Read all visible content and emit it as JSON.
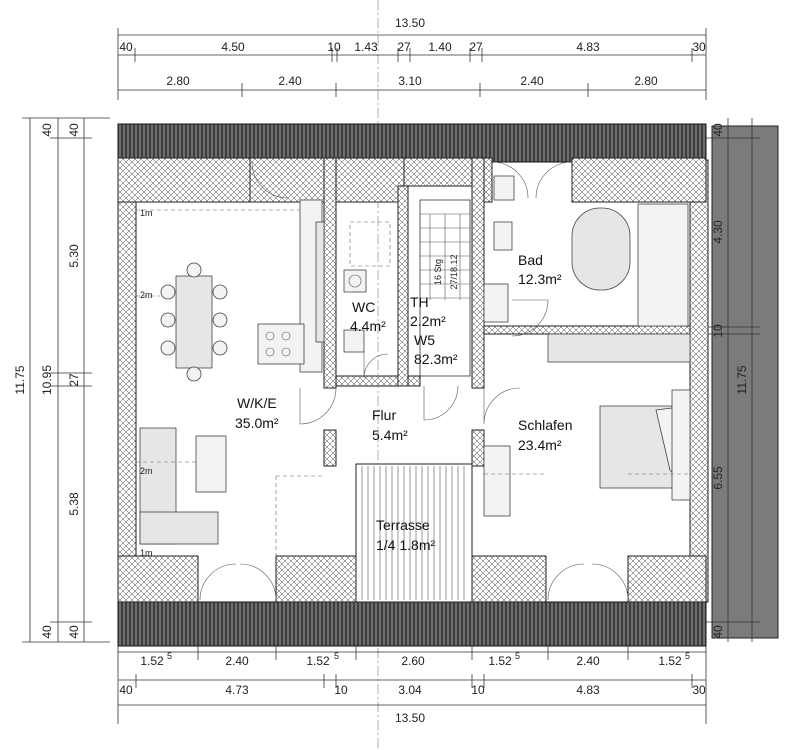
{
  "dimensions": {
    "top_total": "13.50",
    "top_row1": [
      "40",
      "4.50",
      "10",
      "1.43",
      "27",
      "1.40",
      "27",
      "4.83",
      "30"
    ],
    "top_row2": [
      "2.80",
      "2.40",
      "3.10",
      "2.40",
      "2.80"
    ],
    "bottom_row1": [
      "1.52",
      "2.40",
      "1.52",
      "2.60",
      "1.52",
      "2.40",
      "1.52"
    ],
    "bottom_sup": "5",
    "bottom_row2": [
      "40",
      "4.73",
      "10",
      "3.04",
      "10",
      "4.83",
      "30"
    ],
    "bottom_total": "13.50",
    "left_outer": "11.75",
    "left_mid": "10.95",
    "left_parts": [
      "40",
      "5.30",
      "27",
      "5.38",
      "40"
    ],
    "left_inner": [
      "40",
      "40"
    ],
    "right_outer": "11.75",
    "right_parts": [
      "4.30",
      "10",
      "6.55"
    ],
    "right_inner": [
      "40",
      "40"
    ]
  },
  "rooms": {
    "wke_name": "W/K/E",
    "wke_area": "35.0m²",
    "wc_name": "WC",
    "wc_area": "4.4m²",
    "th_name": "TH",
    "th_area": "2.2m²",
    "w5_name": "W5",
    "w5_area": "82.3m²",
    "bad_name": "Bad",
    "bad_area": "12.3m²",
    "flur_name": "Flur",
    "flur_area": "5.4m²",
    "schlafen_name": "Schlafen",
    "schlafen_area": "23.4m²",
    "terrasse_name": "Terrasse",
    "terrasse_area": "1/4 1.8m²"
  },
  "marks": {
    "stair_text": "16 Stg",
    "stair_text2": "27/18.12",
    "m1_top": "1m",
    "m2_a": "2m",
    "m2_b": "2m",
    "m1_bottom": "1m"
  }
}
